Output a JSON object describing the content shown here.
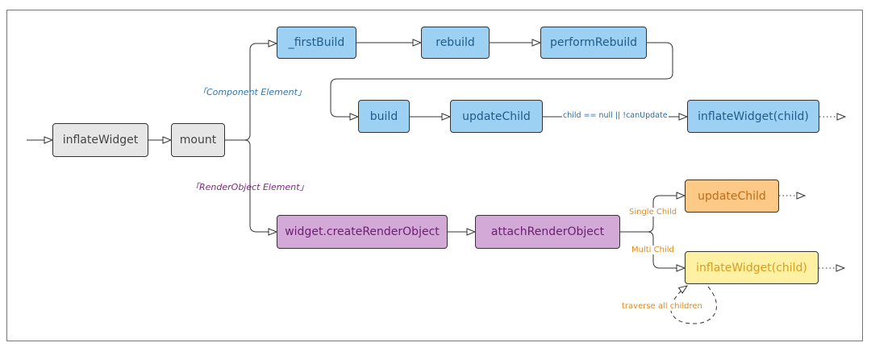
{
  "nodes": {
    "inflate_widget": "inflateWidget",
    "mount": "mount",
    "first_build": "_firstBuild",
    "rebuild": "rebuild",
    "perform_rebuild": "performRebuild",
    "build": "build",
    "update_child_blue": "updateChild",
    "inflate_widget_child_blue": "inflateWidget(child)",
    "create_render_object": "widget.createRenderObject",
    "attach_render_object": "attachRenderObject",
    "update_child_orange": "updateChild",
    "inflate_widget_child_yellow": "inflateWidget(child)"
  },
  "labels": {
    "component_element": "「Component Element」",
    "render_object_element": "「RenderObject Element」",
    "condition": "child == null || !canUpdate",
    "single_child": "Single Child",
    "multi_child": "Multi Child",
    "traverse_children": "traverse all children"
  },
  "colors": {
    "gray_fill": "#e6e6e6",
    "blue_fill": "#9dd1f4",
    "purple_fill": "#d3a9d8",
    "orange_fill": "#fcc986",
    "yellow_fill": "#fff1a3",
    "line": "#333333"
  }
}
